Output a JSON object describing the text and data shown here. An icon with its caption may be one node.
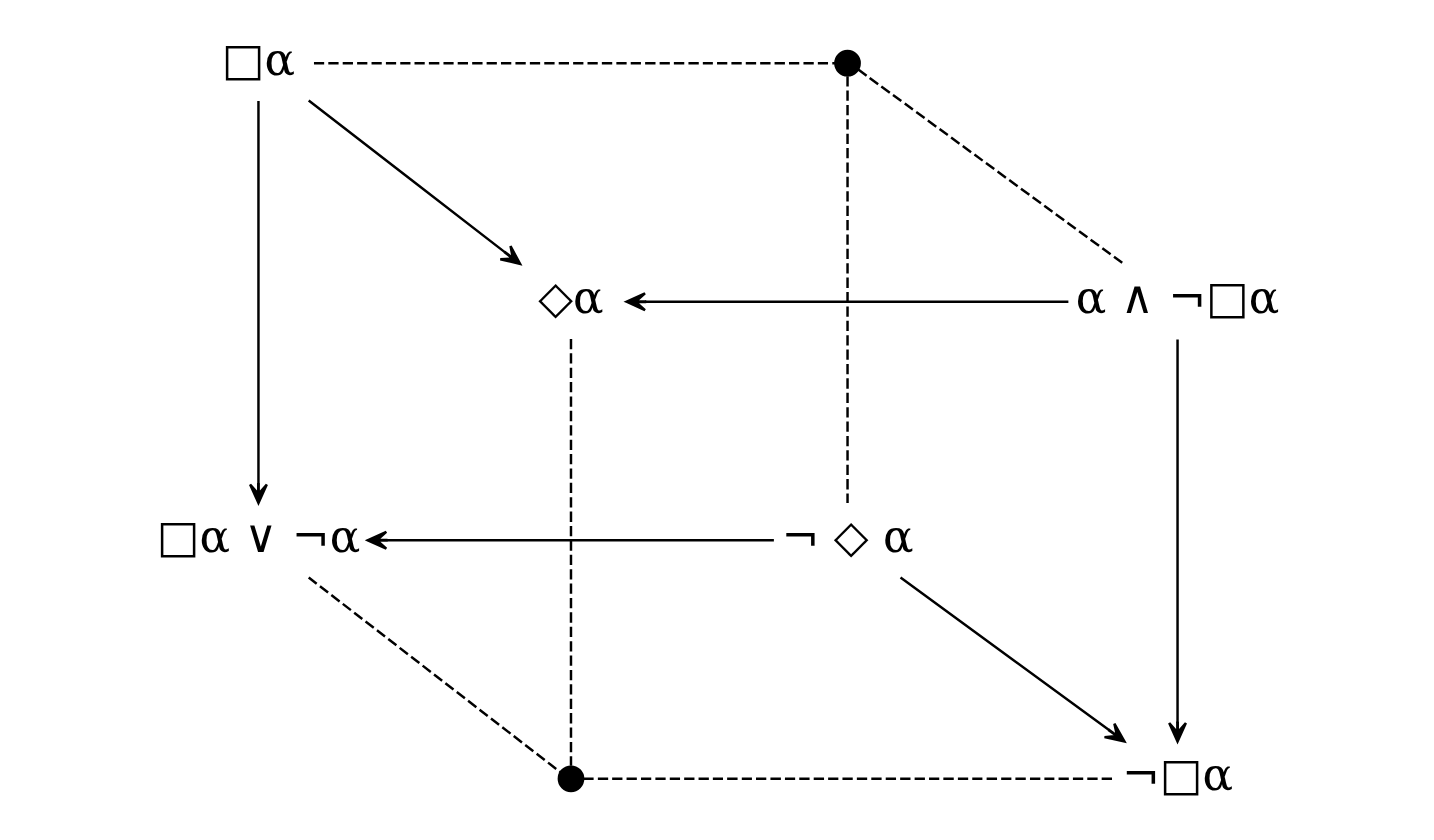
{
  "diagram": {
    "nodes": [
      {
        "text": [
          "□α"
        ]
      },
      {
        "text": [],
        "shape": "circle"
      },
      {
        "text": [
          "◇α"
        ]
      },
      {
        "text": [
          "α ∧ ¬□α"
        ]
      },
      {
        "text": [
          "□α ∨ ¬α"
        ]
      },
      {
        "text": [
          "¬ ◇ α"
        ]
      },
      {
        "text": [],
        "shape": "circle"
      },
      {
        "text": [
          "¬□α"
        ]
      }
    ],
    "edges": [
      {
        "from": 0,
        "to": 1,
        "arrow": "none",
        "style": "dashed"
      },
      {
        "from": 0,
        "to": 2,
        "arrow": "to"
      },
      {
        "from": 0,
        "to": 4,
        "arrow": "to"
      },
      {
        "from": 1,
        "to": 3,
        "arrow": "none",
        "style": "dashed"
      },
      {
        "from": 1,
        "to": 5,
        "arrow": "none",
        "style": "dashed"
      },
      {
        "from": 3,
        "to": 2,
        "arrow": "to"
      },
      {
        "from": 3,
        "to": 7,
        "arrow": "to"
      },
      {
        "from": 2,
        "to": 6,
        "arrow": "none",
        "style": "dashed"
      },
      {
        "from": 5,
        "to": 4,
        "arrow": "to"
      },
      {
        "from": 5,
        "to": 7,
        "arrow": "to"
      },
      {
        "from": 4,
        "to": 6,
        "arrow": "none",
        "style": "dashed"
      },
      {
        "from": 6,
        "to": 7,
        "arrow": "none",
        "style": "dashed"
      }
    ]
  }
}
